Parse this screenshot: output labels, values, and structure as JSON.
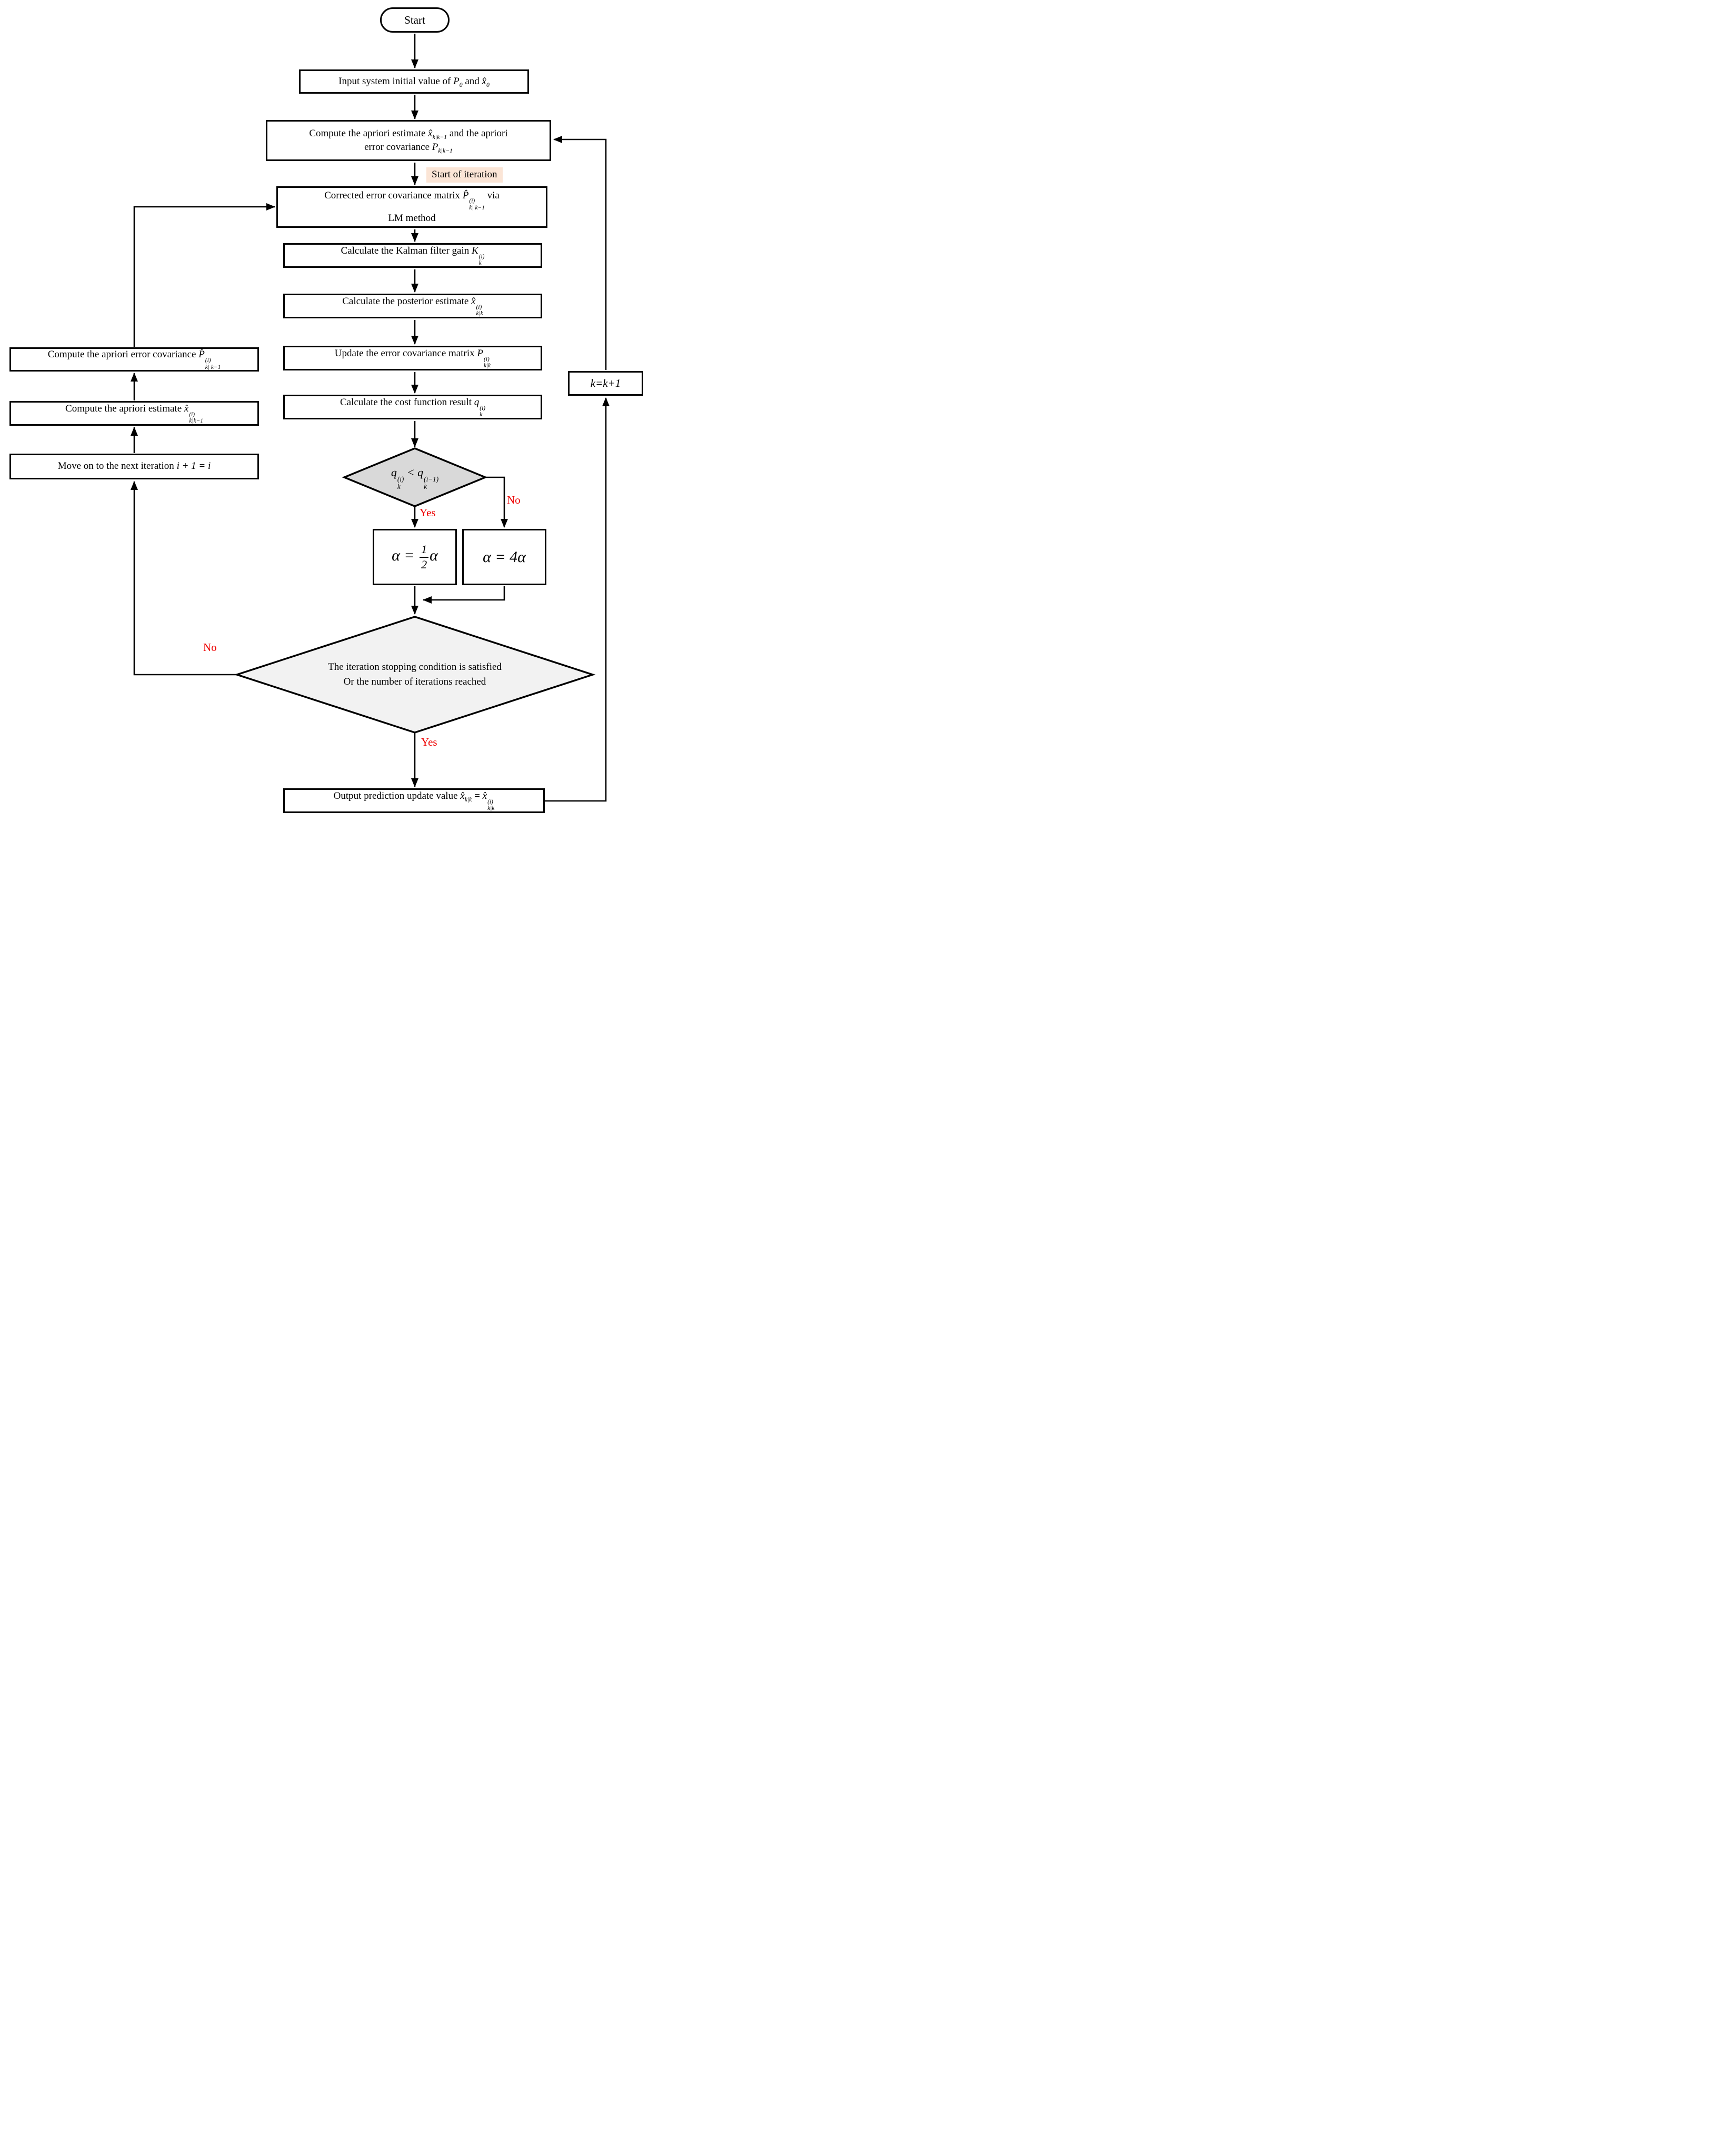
{
  "colors": {
    "red": "#ee0000",
    "peach": "#fbe5d6",
    "small_diamond_fill": "#d9d9d9",
    "big_diamond_fill": "#f2f2f2",
    "line": "#000000"
  },
  "labels": {
    "start": "Start",
    "start_of_iteration": "Start of iteration",
    "yes_q": "Yes",
    "no_q": "No",
    "yes_stop": "Yes",
    "no_stop": "No"
  },
  "nodes": {
    "input": {
      "t1": "Input system initial value of ",
      "v1": "P",
      "v1sub": "0",
      "t2": " and ",
      "v2": "x̂",
      "v2sub": "0"
    },
    "compute_apriori": {
      "line1a": "Compute the apriori estimate ",
      "v1": "x̂",
      "v1sub": "k|k−1",
      "line1b": " and the apriori",
      "line2a": "error covariance ",
      "v2": "P",
      "v2sub": "k|k−1"
    },
    "corrected": {
      "t1": "Corrected error covariance matrix ",
      "v1": "P̂",
      "v1sup": "(i)",
      "v1sub": "k| k−1",
      "t2": " via",
      "line2": "LM method"
    },
    "kalman": {
      "t1": "Calculate the Kalman filter gain ",
      "v1": "K",
      "v1sup": "(i)",
      "v1sub": "k"
    },
    "posterior": {
      "t1": "Calculate the posterior estimate ",
      "v1": "x̂",
      "v1sup": "(i)",
      "v1sub": "k|k"
    },
    "update": {
      "t1": "Update the error covariance matrix ",
      "v1": "P",
      "v1sup": "(i)",
      "v1sub": "k|k"
    },
    "cost": {
      "t1": "Calculate the cost function result ",
      "v1": "q",
      "v1sup": "(i)",
      "v1sub": "k"
    },
    "q_condition": {
      "v1": "q",
      "v1sup": "(i)",
      "v1sub": "k",
      "op": " < ",
      "v2": "q",
      "v2sup": "(i−1)",
      "v2sub": "k"
    },
    "alpha_half": {
      "lhs": "α",
      "eq": " = ",
      "num": "1",
      "den": "2",
      "rhs": "α"
    },
    "alpha_four": {
      "formula": "α = 4α"
    },
    "stop_condition": {
      "line1": "The iteration stopping condition is satisfied",
      "line2": "Or the number of iterations reached"
    },
    "output": {
      "t1": "Output prediction update value ",
      "v1": "x̂",
      "v1sub": "k|k",
      "t2": " = ",
      "v2": "x̂",
      "v2sup": "(i)",
      "v2sub": "k|k"
    },
    "k_increment": {
      "formula": "k=k+1"
    },
    "apriori_cov": {
      "t1": "Compute the apriori error covariance ",
      "v1": "P̂",
      "v1sup": "(i)",
      "v1sub": "k| k−1"
    },
    "apriori_est": {
      "t1": "Compute the apriori estimate ",
      "v1": "x̂",
      "v1sup": "(i)",
      "v1sub": "k|k−1"
    },
    "next_iteration": {
      "t1": "Move on to the next iteration ",
      "formula": "i + 1 = i"
    }
  }
}
